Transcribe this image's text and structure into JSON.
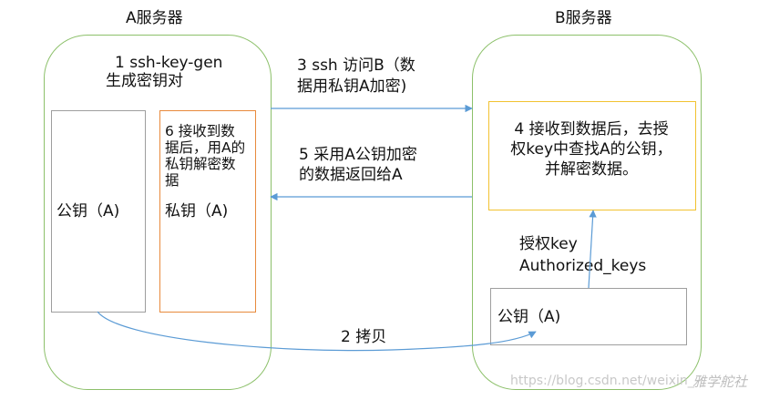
{
  "server_a": {
    "title": "A服务器"
  },
  "server_b": {
    "title": "B服务器"
  },
  "step1": {
    "line1": "1 ssh-key-gen",
    "line2": "生成密钥对"
  },
  "step2": {
    "label": "2 拷贝"
  },
  "step3": {
    "line1": "3 ssh 访问B（数",
    "line2": "据用私钥A加密)"
  },
  "step4": {
    "line1": "4 接收到数据后，去授",
    "line2": "权key中查找A的公钥，",
    "line3": "并解密数据。"
  },
  "step5": {
    "line1": "5 采用A公钥加密",
    "line2": "的数据返回给A"
  },
  "step6": {
    "line1": "6 接收到数",
    "line2": "据后，用A的",
    "line3": "私钥解密数",
    "line4": "据"
  },
  "a_public_key": {
    "label": "公钥（A)"
  },
  "a_private_key": {
    "label": "私钥（A)"
  },
  "authorized": {
    "line1": "授权key",
    "line2": "Authorized_keys"
  },
  "b_public_key": {
    "label": "公钥（A)"
  },
  "watermark": {
    "text": "https://blog.csdn.net/weixin_",
    "signature": "雅学舵社"
  },
  "colors": {
    "server_border": "#8cc06a",
    "gray_border": "#9e9e9e",
    "orange_border": "#e88a3c",
    "yellow_border": "#f2c230",
    "arrow": "#5b9bd5"
  }
}
